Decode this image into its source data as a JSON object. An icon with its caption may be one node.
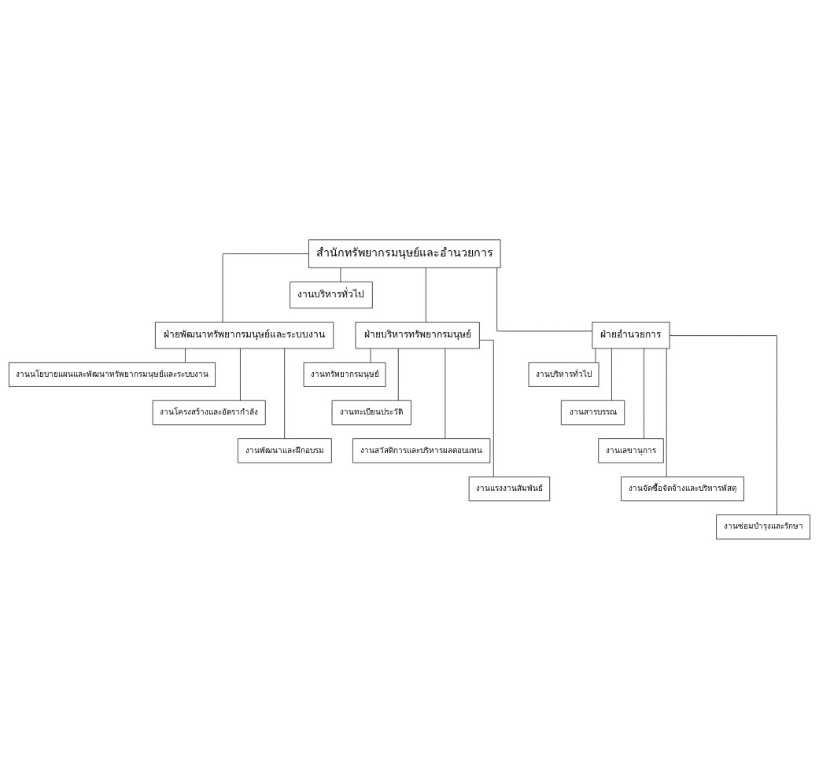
{
  "diagram": {
    "nodes": [
      {
        "text": [
          "สำนักทรัพยากรมนุษย์และอำนวยการ"
        ]
      },
      {
        "text": [
          "งานบริหารทั่วไป"
        ]
      },
      {
        "text": [
          "ฝ่ายพัฒนาทรัพยากรมนุษย์และระบบงาน"
        ]
      },
      {
        "text": [
          "ฝ่ายบริหารทรัพยากรมนุษย์"
        ]
      },
      {
        "text": [
          "ฝ่ายอำนวยการ"
        ]
      },
      {
        "text": [
          "งานนโยบายแผนและพัฒนาทรัพยากรมนุษย์และระบบงาน"
        ]
      },
      {
        "text": [
          "งานโครงสร้างและอัตรากำลัง"
        ]
      },
      {
        "text": [
          "งานพัฒนาและฝึกอบรม"
        ]
      },
      {
        "text": [
          "งานทรัพยากรมนุษย์"
        ]
      },
      {
        "text": [
          "งานทะเบียนประวัติ"
        ]
      },
      {
        "text": [
          "งานสวัสดิการและบริหารผลตอบแทน"
        ]
      },
      {
        "text": [
          "งานแรงงานสัมพันธ์"
        ]
      },
      {
        "text": [
          "งานบริหารทั่วไป"
        ]
      },
      {
        "text": [
          "งานสารบรรณ"
        ]
      },
      {
        "text": [
          "งานเลขานุการ"
        ]
      },
      {
        "text": [
          "งานจัดซื้อจัดจ้างและบริหารพัสดุ"
        ]
      },
      {
        "text": [
          "งานซ่อมบำรุงและรักษา"
        ]
      }
    ],
    "edges": [
      {
        "from": 0,
        "to": 1,
        "arrow": "none"
      },
      {
        "from": 0,
        "to": 2,
        "arrow": "none"
      },
      {
        "from": 0,
        "to": 3,
        "arrow": "none"
      },
      {
        "from": 0,
        "to": 4,
        "arrow": "none"
      },
      {
        "from": 2,
        "to": 5,
        "arrow": "none"
      },
      {
        "from": 2,
        "to": 6,
        "arrow": "none"
      },
      {
        "from": 2,
        "to": 7,
        "arrow": "none"
      },
      {
        "from": 3,
        "to": 8,
        "arrow": "none"
      },
      {
        "from": 3,
        "to": 9,
        "arrow": "none"
      },
      {
        "from": 3,
        "to": 10,
        "arrow": "none"
      },
      {
        "from": 3,
        "to": 11,
        "arrow": "none"
      },
      {
        "from": 4,
        "to": 12,
        "arrow": "none"
      },
      {
        "from": 4,
        "to": 13,
        "arrow": "none"
      },
      {
        "from": 4,
        "to": 14,
        "arrow": "none"
      },
      {
        "from": 4,
        "to": 15,
        "arrow": "none"
      },
      {
        "from": 4,
        "to": 16,
        "arrow": "none"
      }
    ]
  }
}
